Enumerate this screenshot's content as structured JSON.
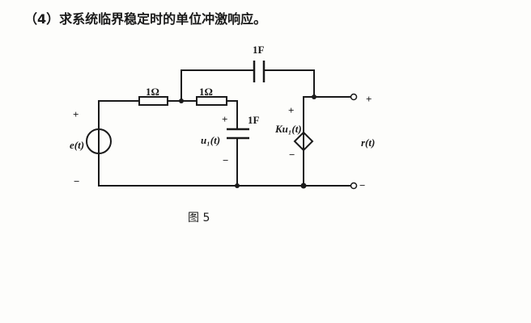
{
  "question": "（4）求系统临界稳定时的单位冲激响应。",
  "figure_caption": "图 5",
  "circuit": {
    "source_label": "e(t)",
    "source_plus": "+",
    "source_minus": "−",
    "r1_label": "1Ω",
    "r2_label": "1Ω",
    "top_cap_label": "1F",
    "shunt_cap_label": "1F",
    "shunt_cap_voltage": "u₁(t)",
    "shunt_cap_plus": "+",
    "shunt_cap_minus": "−",
    "dep_source_label": "Ku₁(t)",
    "dep_plus": "+",
    "dep_minus": "−",
    "output_label": "r(t)",
    "out_plus": "+",
    "out_minus": "−"
  }
}
